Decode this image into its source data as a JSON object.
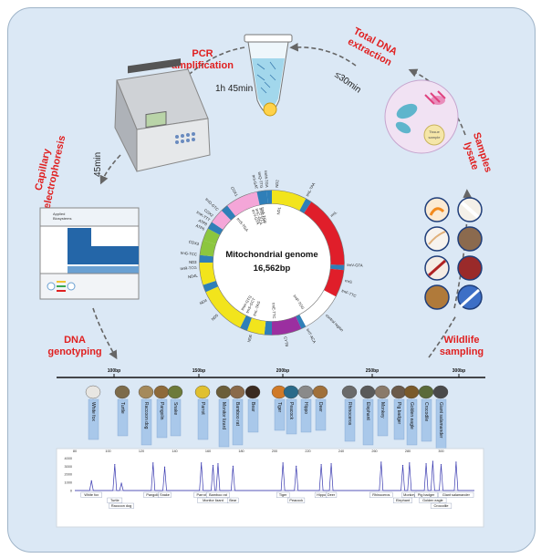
{
  "center": {
    "title": "Mitochondrial genome",
    "size": "16,562bp"
  },
  "steps": {
    "pcr": [
      "PCR",
      "amplification"
    ],
    "dna_extraction": [
      "Total DNA",
      "extraction"
    ],
    "capillary": [
      "Capillary",
      "electrophoresis"
    ],
    "samples_lysate": [
      "Samples",
      "lysate"
    ],
    "dna_genotyping": [
      "DNA",
      "genotyping"
    ],
    "wildlife_sampling": [
      "Wildlife",
      "sampling"
    ]
  },
  "times": {
    "pcr": "1h 45min",
    "extraction": "≤30min",
    "capillary": "45min"
  },
  "instrument_label": [
    "Applied",
    "Biosystems"
  ],
  "tube_label": [
    "Tissue",
    "sample"
  ],
  "genes": {
    "nd2": "ND2",
    "trnm": "trnM-TGA",
    "trnq": "trnQ-TTG",
    "trni": "trnI-GAT",
    "nd1": "ND1",
    "trnl_taa": "trnL-TAA",
    "rrnl": "rrnL",
    "trnv": "trnV-GTA",
    "rrns": "rrnS",
    "trnf": "trnF-TTC",
    "control": "control region",
    "trnp": "trnP-TGG",
    "trnt": "trnT-ACA",
    "cytb": "CYTB",
    "trne": "trnE-TTC",
    "nd6": "ND6",
    "trnl_tag": "trnL-TAG",
    "trns_gct": "trnS-GCT",
    "trnh": "trnH-GTG",
    "nd5": "ND5",
    "nd4": "ND4",
    "nd4l": "ND4L",
    "trnr": "trnR-TCG",
    "nd3": "ND3",
    "trng": "trnG-TCC",
    "cox3": "COX3",
    "atp6": "ATP6",
    "atp8": "ATP8",
    "trnk": "trnK-TTT",
    "cox2": "COX2",
    "trnd": "trnD-GTC",
    "trns_tga": "trnS-TGA",
    "cox1": "COX1",
    "trny": "trnY-GTA",
    "trnc": "trnC-GCA",
    "trnn": "trnN-GTT",
    "trna": "trnA-TGC"
  },
  "scale_ticks": [
    "100bp",
    "150bp",
    "200bp",
    "250bp",
    "300bp"
  ],
  "species": [
    "White fox",
    "Turtle",
    "Raccoon dog",
    "Pangolin",
    "Snake",
    "Parrot",
    "Monitor lizard",
    "Bamboo rat",
    "Bear",
    "Tiger",
    "Peacock",
    "Hippo",
    "Deer",
    "Rhinoceros",
    "Elephant",
    "Monkey",
    "Pig badger",
    "Golden eagle",
    "Crocodile",
    "Giant salamander"
  ],
  "chart_data": {
    "type": "line",
    "title": "",
    "xlabel": "",
    "ylabel": "",
    "x_ticks": [
      "80",
      "100",
      "120",
      "140",
      "160",
      "180",
      "200",
      "220",
      "240",
      "260",
      "280",
      "300"
    ],
    "y_ticks": [
      "4000",
      "3000",
      "2000",
      "1000",
      "0"
    ],
    "xlim": [
      80,
      320
    ],
    "ylim": [
      0,
      4500
    ],
    "series": [
      {
        "x": [
          90,
          104,
          108,
          127,
          134,
          156,
          163,
          166,
          175,
          205,
          213,
          228,
          234,
          264,
          277,
          281,
          291,
          295,
          300,
          309
        ],
        "values": [
          1200,
          3200,
          900,
          3400,
          2900,
          3400,
          3100,
          3300,
          3000,
          3400,
          3000,
          3200,
          3300,
          3500,
          3100,
          3400,
          3300,
          3600,
          3200,
          3500
        ]
      }
    ],
    "peak_labels": [
      "White fox",
      "Turtle",
      "Raccoon dog",
      "Pangolin",
      "Snake",
      "Parrot",
      "Monitor lizard",
      "Bamboo rat",
      "Bear",
      "Tiger",
      "Peacock",
      "Hippo",
      "Deer",
      "Rhinoceros",
      "Elephant",
      "Monkey",
      "Pig badger",
      "Golden eagle",
      "Crocodile",
      "Giant salamander"
    ],
    "grid": false,
    "legend": "none"
  }
}
